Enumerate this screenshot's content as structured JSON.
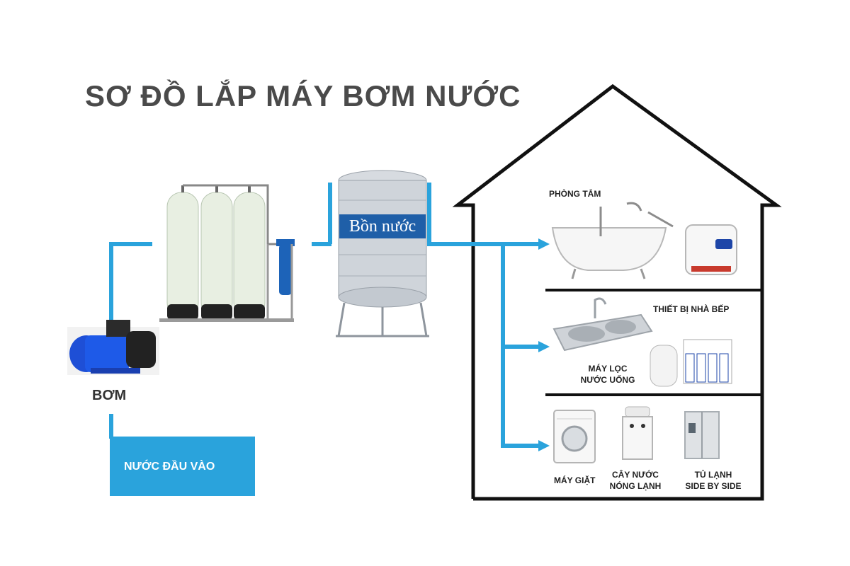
{
  "title": "SƠ ĐỒ LẮP MÁY BƠM NƯỚC",
  "pump": {
    "label": "BƠM",
    "icon": "water-pump-icon"
  },
  "inlet": {
    "label": "NƯỚC ĐẦU VÀO"
  },
  "filters": {
    "icon": "filter-columns-icon"
  },
  "tank": {
    "label": "Bồn nước",
    "icon": "stainless-tank-icon"
  },
  "house": {
    "rooms": {
      "bathroom": {
        "label": "PHÒNG TẮM"
      },
      "kitchen": {
        "label": "THIẾT BỊ NHÀ BẾP"
      },
      "purifier": {
        "label_line1": "MÁY LỌC",
        "label_line2": "NƯỚC UỐNG"
      },
      "washer": {
        "label": "MÁY GIẶT"
      },
      "dispenser": {
        "label_line1": "CÂY NƯỚC",
        "label_line2": "NÓNG LẠNH"
      },
      "fridge": {
        "label_line1": "TỦ LẠNH",
        "label_line2": "SIDE BY SIDE"
      }
    }
  },
  "colors": {
    "pipe": "#2aa3dc",
    "title": "#4a4a4a",
    "house_outline": "#111111",
    "tank_label_bg": "#1f5fa8"
  }
}
